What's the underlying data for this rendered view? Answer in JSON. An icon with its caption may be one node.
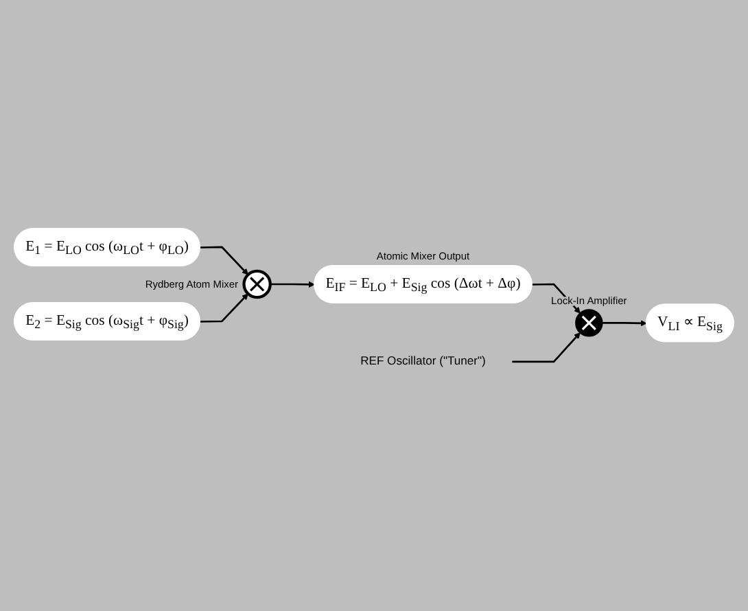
{
  "diagram": {
    "nodes": [
      {
        "text": [
          "E$_{1}$ = E$_{LO}$ cos (ω$_{LO}$t + φ$_{LO}$)"
        ]
      },
      {
        "text": [],
        "shape": "circle",
        "beside": [
          "Rydberg Atom Mixer"
        ]
      },
      {
        "text": [
          "E$_{2}$ = E$_{Sig}$ cos (ω$_{Sig}$t + φ$_{Sig}$)"
        ]
      },
      {
        "text": [
          "E$_{IF}$ = E$_{LO}$ + E$_{Sig}$ cos (Δωt + Δφ)"
        ],
        "beside": [
          "Atomic Mixer Output"
        ]
      },
      {
        "text": [],
        "shape": "circle",
        "beside": [
          "Lock-In Amplifier"
        ]
      },
      {
        "text": [
          "V$_{LI}$ ∝ E$_{Sig}$"
        ]
      },
      {
        "text": [
          "REF Oscillator (\"Tuner\")"
        ]
      }
    ],
    "edges": [
      {
        "from": 0,
        "to": 1,
        "arrow": "to"
      },
      {
        "from": 2,
        "to": 1,
        "arrow": "to"
      },
      {
        "from": 1,
        "to": 3,
        "arrow": "to"
      },
      {
        "from": 3,
        "to": 4,
        "arrow": "to"
      },
      {
        "from": 4,
        "to": 5,
        "arrow": "to"
      },
      {
        "from": 6,
        "to": 4,
        "arrow": "to"
      }
    ]
  }
}
